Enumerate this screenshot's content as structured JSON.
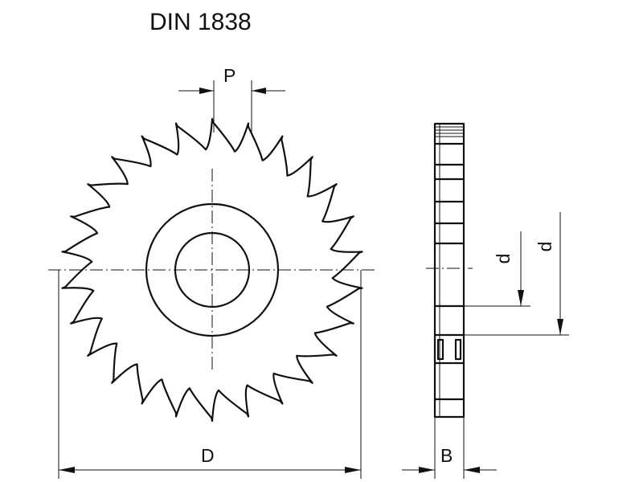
{
  "title": "DIN 1838",
  "labels": {
    "pitch": "P",
    "diameter": "D",
    "width": "B",
    "bore": "d",
    "hub": "d"
  },
  "colors": {
    "line": "#111111",
    "background": "#ffffff"
  },
  "teeth_count": 26
}
